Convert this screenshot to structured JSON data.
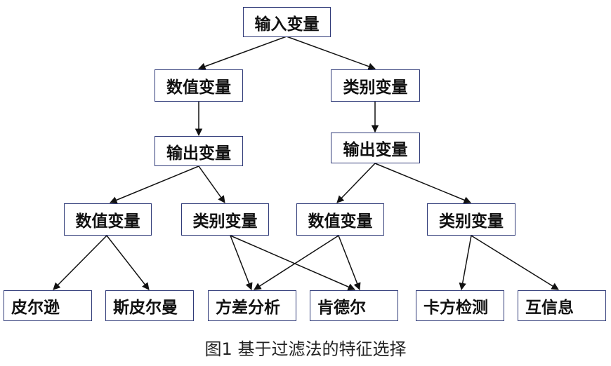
{
  "nodes": {
    "root": "输入变量",
    "num_var_top": "数值变量",
    "cat_var_top": "类别变量",
    "output_left": "输出变量",
    "output_right": "输出变量",
    "num_num": "数值变量",
    "num_cat": "类别变量",
    "cat_num": "数值变量",
    "cat_cat": "类别变量",
    "pearson": "皮尔逊",
    "spearman": "斯皮尔曼",
    "anova": "方差分析",
    "kendall": "肯德尔",
    "chi_square": "卡方检测",
    "mutual_info": "互信息"
  },
  "caption": "图1  基于过滤法的特征选择",
  "colors": {
    "border": "#2f3a78",
    "arrow": "#111111"
  }
}
